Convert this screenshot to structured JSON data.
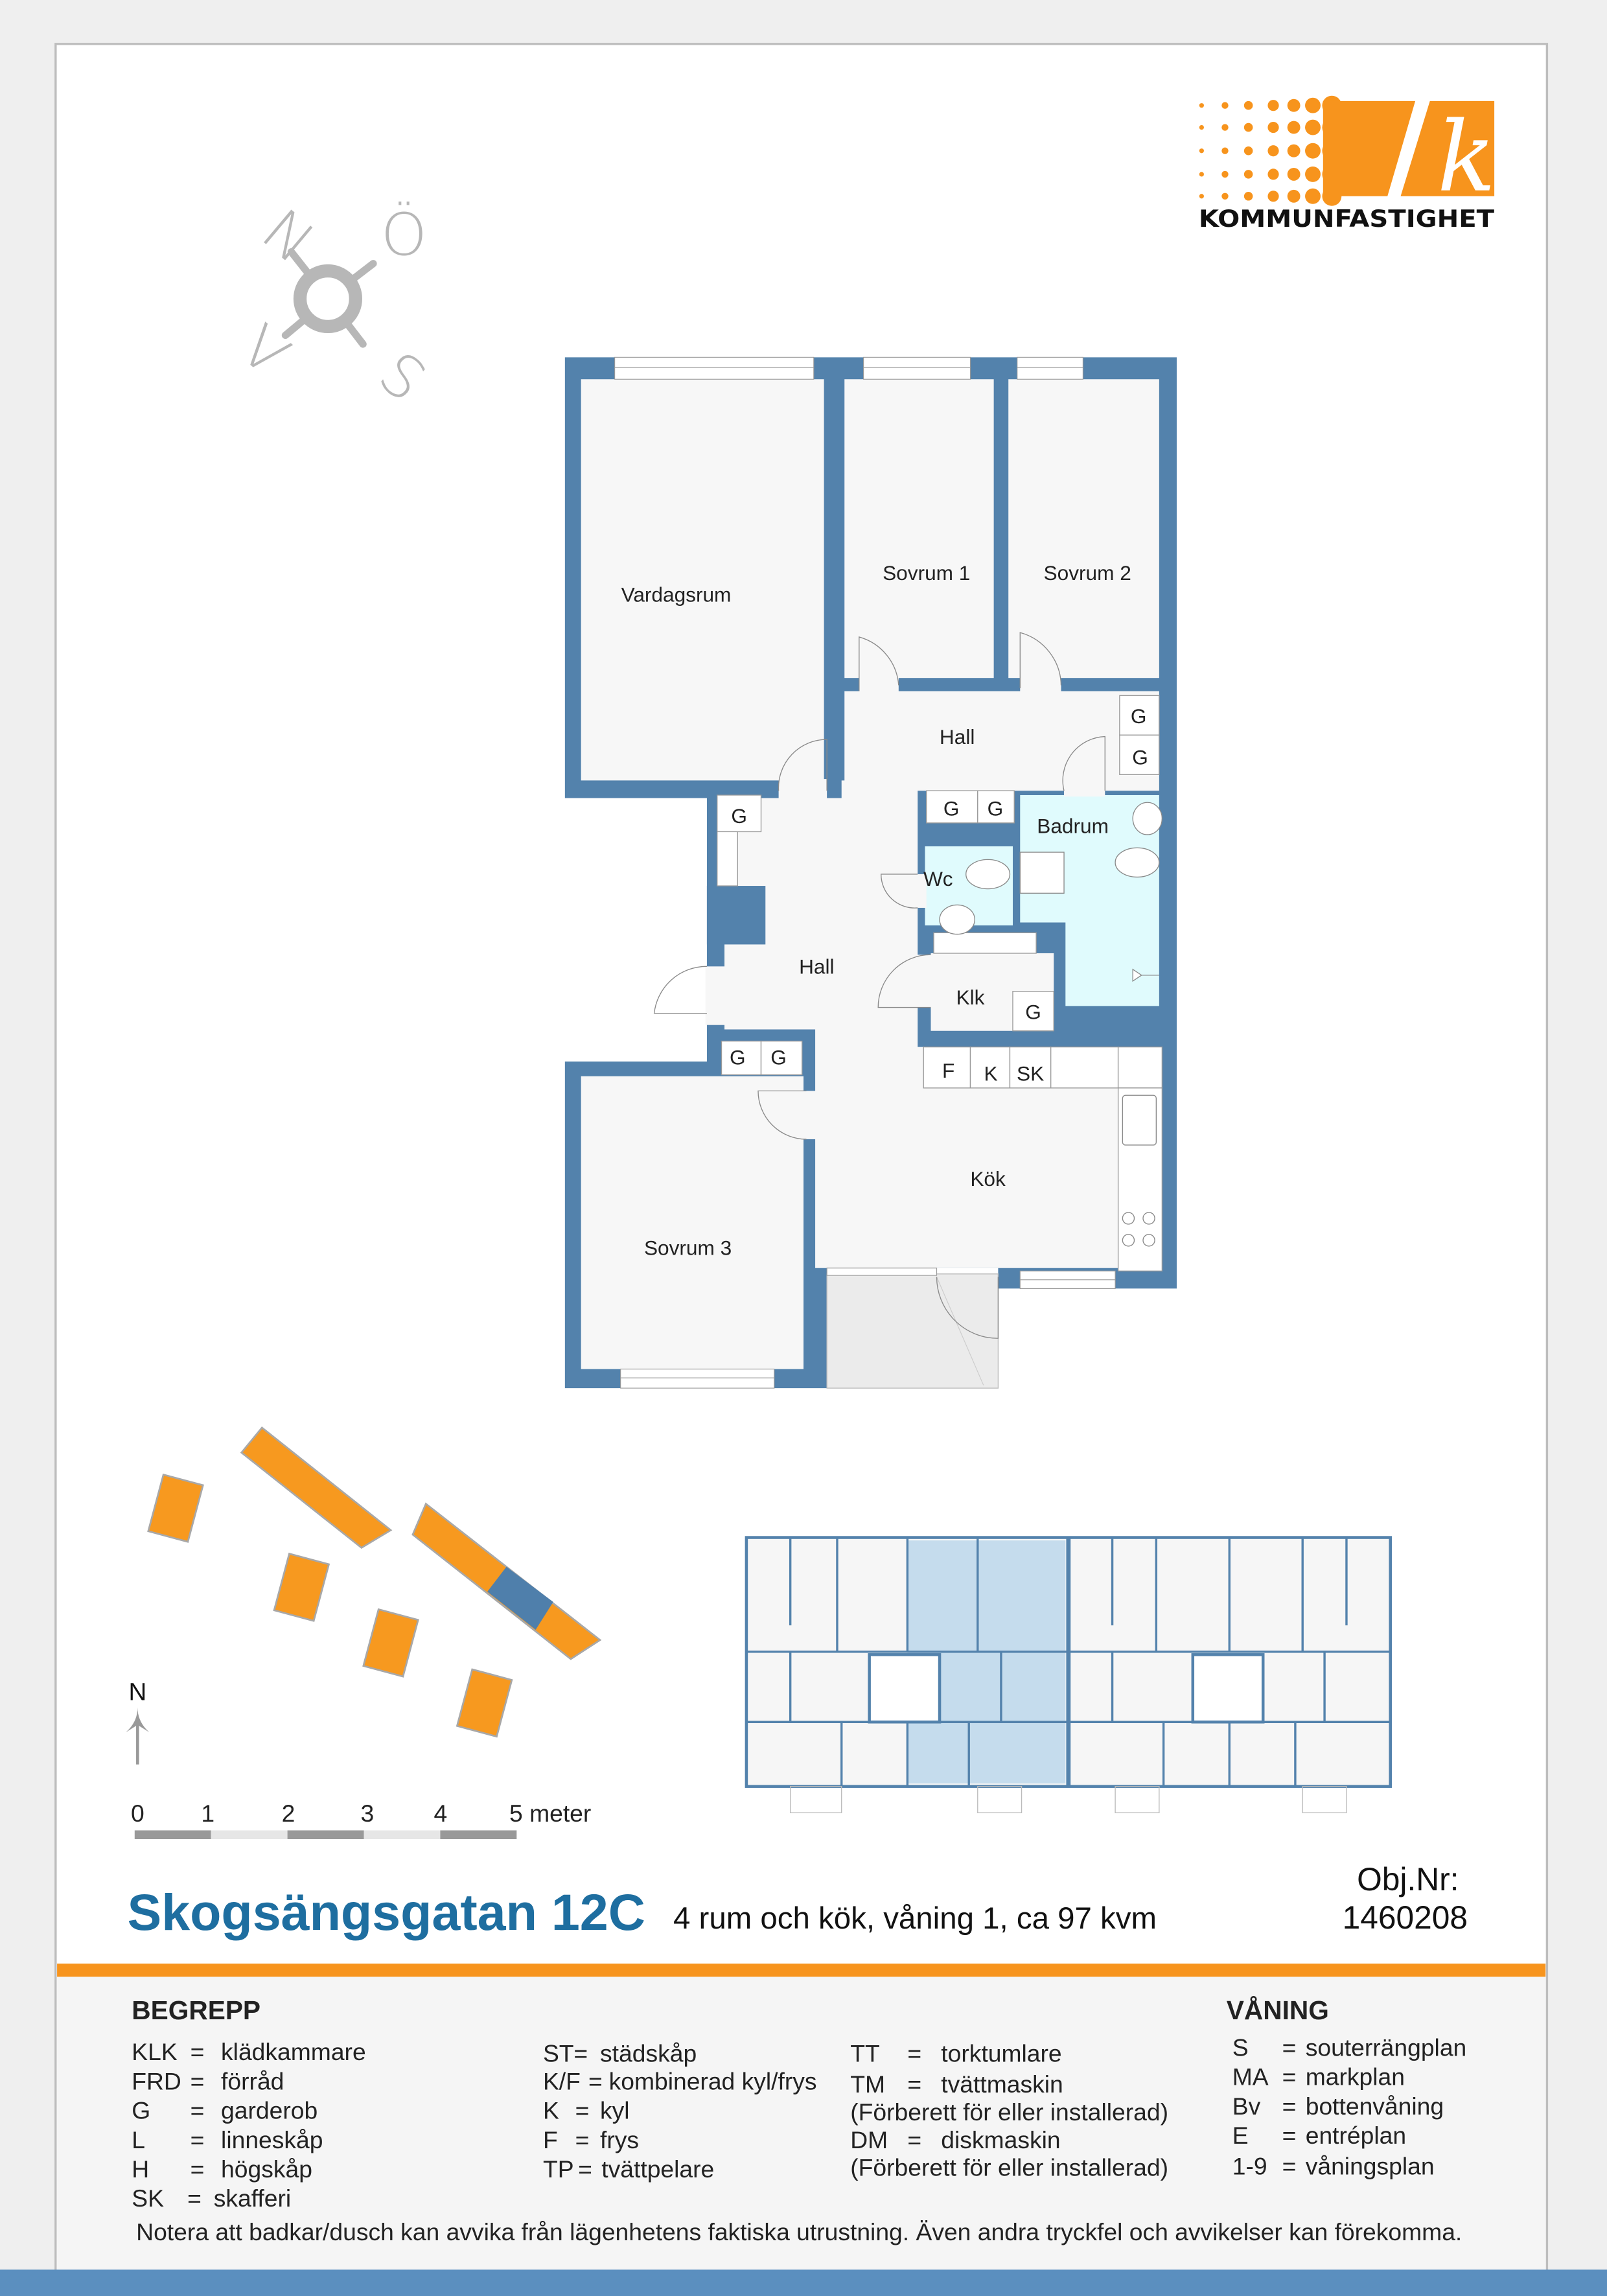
{
  "logo": {
    "brand": "KOMMUNFASTIGHET",
    "mark": "k"
  },
  "compass": {
    "north": "N",
    "east": "Ö",
    "south": "S",
    "west": "V"
  },
  "plan": {
    "rooms": {
      "vardagsrum": "Vardagsrum",
      "sovrum1": "Sovrum 1",
      "sovrum2": "Sovrum 2",
      "hall_upper": "Hall",
      "badrum": "Badrum",
      "wc": "Wc",
      "hall_main": "Hall",
      "klk": "Klk",
      "kok": "Kök",
      "sovrum3": "Sovrum 3"
    },
    "cabinet_g": "G",
    "cabinet_f": "F",
    "cabinet_k": "K",
    "cabinet_sk": "SK"
  },
  "site_plan": {
    "north": "N",
    "scale_labels": [
      "0",
      "1",
      "2",
      "3",
      "4",
      "5 meter"
    ]
  },
  "header": {
    "address": "Skogsängsgatan 12C",
    "description": "4 rum och kök, våning 1, ca 97 kvm",
    "obj_label": "Obj.Nr:",
    "obj_number": "1460208"
  },
  "legend": {
    "title": "BEGREPP",
    "col1": [
      {
        "abbr": "KLK",
        "term": "klädkammare"
      },
      {
        "abbr": "FRD",
        "term": "förråd"
      },
      {
        "abbr": "G",
        "term": "garderob"
      },
      {
        "abbr": "L",
        "term": "linneskåp"
      },
      {
        "abbr": "H",
        "term": "högskåp"
      },
      {
        "abbr": "SK",
        "term": "skafferi"
      }
    ],
    "col2": [
      {
        "abbr": "ST",
        "term": "städskåp"
      },
      {
        "abbr": "K/F",
        "term": "kombinerad kyl/frys"
      },
      {
        "abbr": "K",
        "term": "kyl"
      },
      {
        "abbr": "F",
        "term": "frys"
      },
      {
        "abbr": "TP",
        "term": "tvättpelare"
      }
    ],
    "col3": [
      {
        "abbr": "TT",
        "term": "torktumlare"
      },
      {
        "abbr": "TM",
        "term": "tvättmaskin",
        "note": "(Förberett för eller installerad)"
      },
      {
        "abbr": "DM",
        "term": "diskmaskin",
        "note": "(Förberett för eller installerad)"
      }
    ],
    "floors_title": "VÅNING",
    "floors": [
      {
        "abbr": "S",
        "term": "souterrängplan"
      },
      {
        "abbr": "MA",
        "term": "markplan"
      },
      {
        "abbr": "Bv",
        "term": "bottenvåning"
      },
      {
        "abbr": "E",
        "term": "entréplan"
      },
      {
        "abbr": "1-9",
        "term": "våningsplan"
      }
    ],
    "eq": "="
  },
  "note": "Notera att badkar/dusch kan avvika från lägenhetens faktiska utrustning. Även andra tryckfel och avvikelser kan förekomma.",
  "colors": {
    "brand_orange": "#f7941d",
    "wall_blue": "#5382ac",
    "title_blue": "#1e6ea0",
    "footer_blue": "#5b8fbf"
  }
}
